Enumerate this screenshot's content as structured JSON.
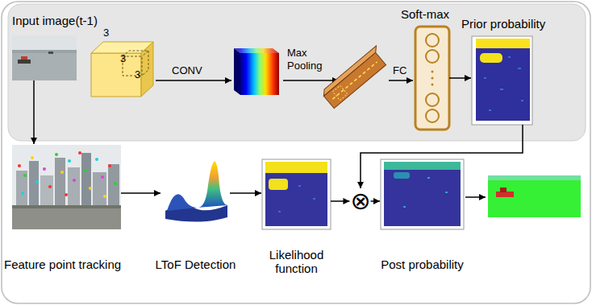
{
  "diagram": {
    "nodes": [
      {
        "text": [
          "Input image(t-1)"
        ]
      },
      {
        "text": [
          "3",
          "3",
          "3"
        ]
      },
      {
        "text": [
          "Soft-max"
        ]
      },
      {
        "text": [
          "Prior probability"
        ]
      },
      {
        "text": [
          "Feature point tracking"
        ]
      },
      {
        "text": [
          "LToF Detection"
        ]
      },
      {
        "text": [
          "Likelihood function"
        ]
      },
      {
        "text": [
          "⊗"
        ]
      },
      {
        "text": [
          "Post probability"
        ]
      }
    ],
    "edges": [
      {
        "from": 2,
        "to": 3,
        "arrow": "to"
      },
      {
        "from": 0,
        "to": 4,
        "arrow": "to"
      },
      {
        "from": 4,
        "to": 5,
        "arrow": "to"
      },
      {
        "from": 5,
        "to": 6,
        "arrow": "to"
      },
      {
        "from": 6,
        "to": 7,
        "arrow": "to"
      },
      {
        "from": 3,
        "to": 7,
        "arrow": "to"
      },
      {
        "from": 7,
        "to": 8,
        "arrow": "to"
      }
    ],
    "labels": [
      "CONV",
      "Max Pooling",
      "FC"
    ]
  }
}
